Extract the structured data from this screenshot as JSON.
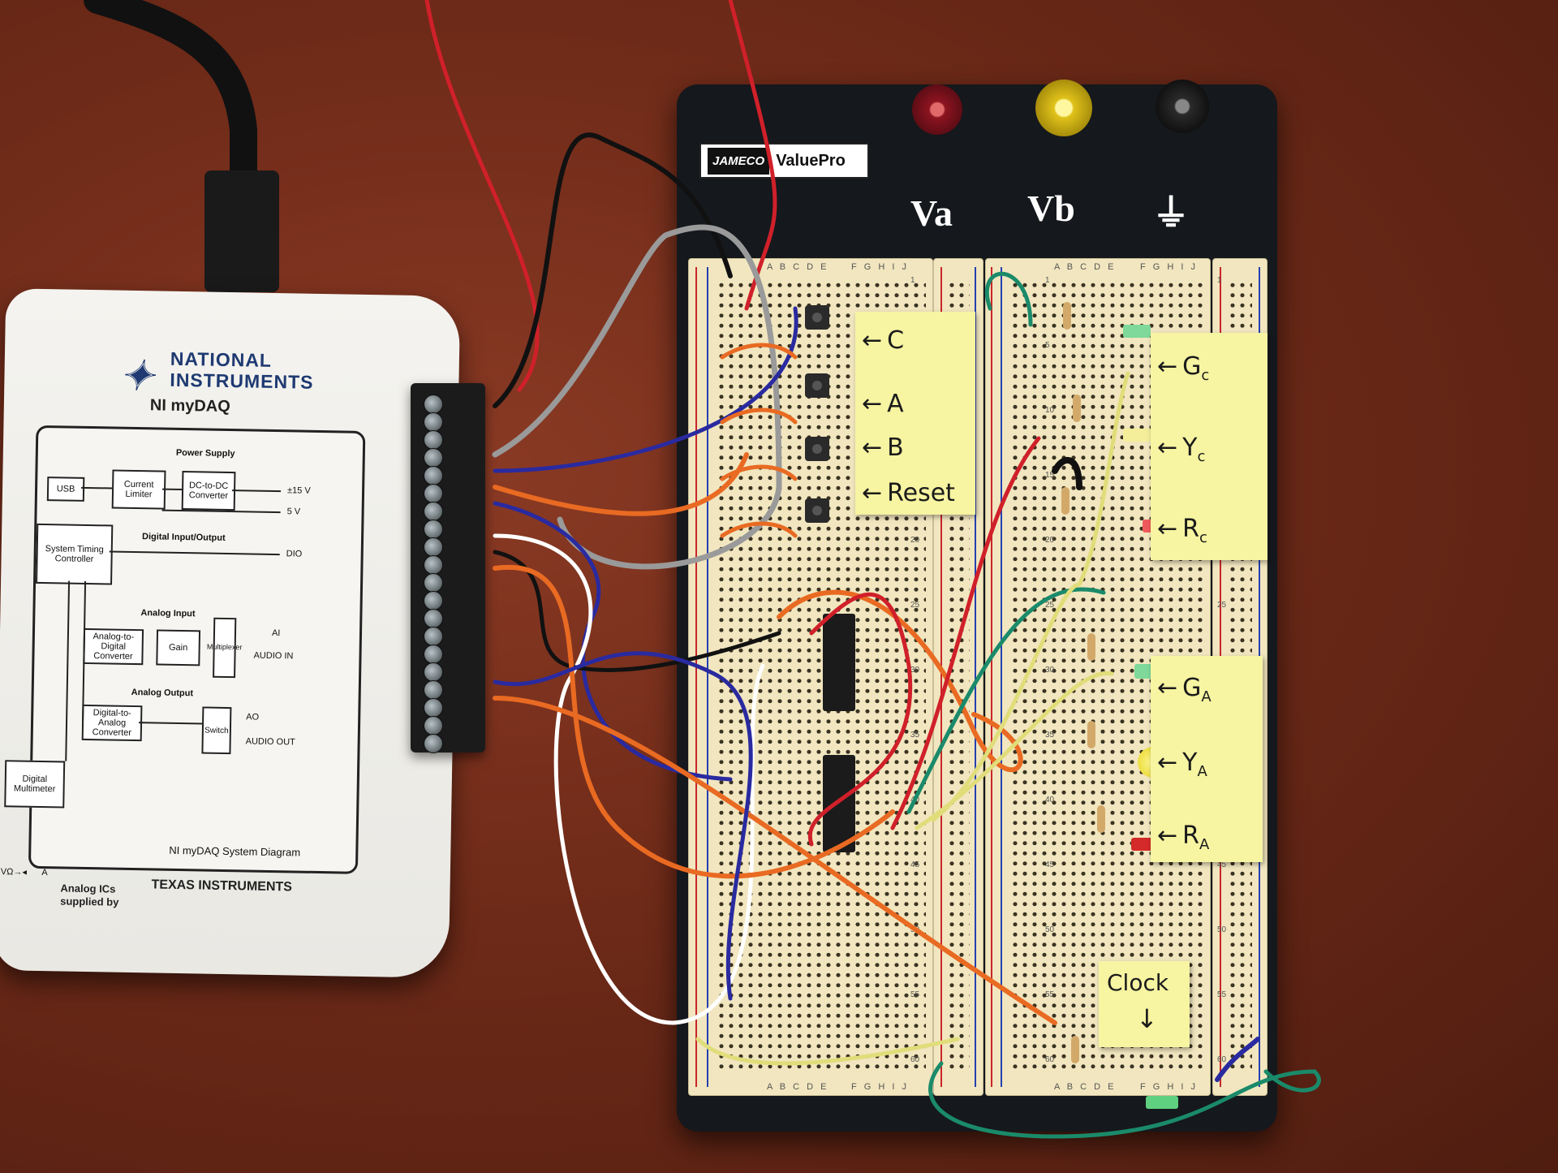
{
  "device": {
    "logo_mark": "✦",
    "brand_line1": "NATIONAL",
    "brand_line2": "INSTRUMENTS",
    "model": "NI myDAQ",
    "diagram": {
      "power_supply": "Power Supply",
      "usb": "USB",
      "current_limiter": "Current Limiter",
      "dc_dc": "DC-to-DC Converter",
      "v15": "±15 V",
      "v5": "5 V",
      "system_timing": "System Timing Controller",
      "digital_io": "Digital Input/Output",
      "dio": "DIO",
      "analog_input": "Analog Input",
      "adc": "Analog-to-Digital Converter",
      "gain": "Gain",
      "mux": "Multiplexer",
      "ai": "AI",
      "audio_in": "AUDIO IN",
      "analog_output": "Analog Output",
      "dac": "Digital-to-Analog Converter",
      "switch": "Switch",
      "ao": "AO",
      "audio_out": "AUDIO OUT",
      "dmm": "Digital Multimeter",
      "vohm": "VΩ→◂",
      "amp": "A",
      "caption": "NI myDAQ System Diagram"
    },
    "analog_ics": "Analog ICs supplied by",
    "ti_brand": "TEXAS INSTRUMENTS"
  },
  "breadboard": {
    "brand_jameco": "JAMECO",
    "brand_valuepro": "ValuePro",
    "posts": [
      "Va",
      "Vb",
      "⏚"
    ],
    "columns_left": "A B C D E",
    "columns_right": "F G H I J",
    "row_numbers": [
      "1",
      "5",
      "10",
      "15",
      "20",
      "25",
      "30",
      "35",
      "40",
      "45",
      "50",
      "55",
      "60"
    ]
  },
  "notes": {
    "inputs": [
      "C",
      "A",
      "B",
      "Reset"
    ],
    "lights_c": [
      "G",
      "Y",
      "R"
    ],
    "lights_c_sub": "c",
    "lights_a": [
      "G",
      "Y",
      "R"
    ],
    "lights_a_sub": "A",
    "clock": "Clock",
    "arrow_left": "←",
    "arrow_down": "↓"
  },
  "colors": {
    "table": "#6e2a18",
    "plate": "#15181c",
    "breadboard": "#f1e6bf",
    "sticky": "#f7f4a2",
    "post_red": "#8c1420",
    "post_yellow": "#e0c21a",
    "post_black": "#1a1a1a"
  }
}
